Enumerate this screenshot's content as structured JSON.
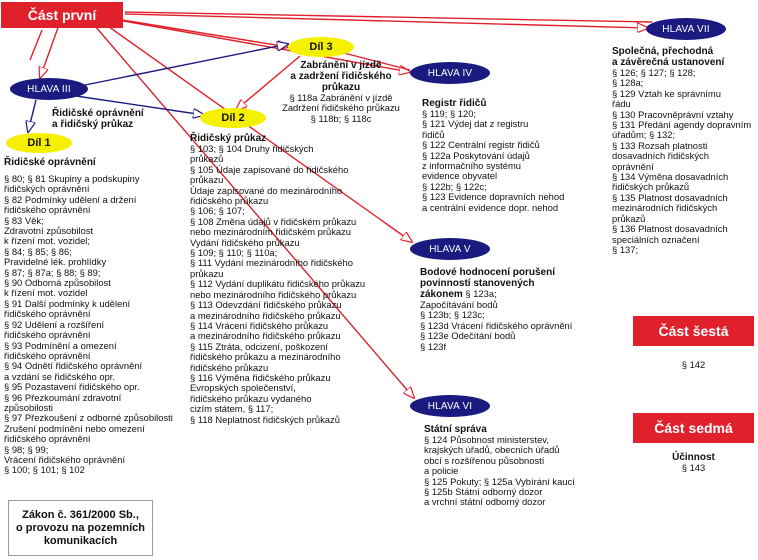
{
  "parts": {
    "cast_prvni": "Část první",
    "cast_sesta": "Část šestá",
    "cast_sedma": "Část sedmá"
  },
  "hlavy": {
    "h3": "HLAVA III",
    "h4": "HLAVA IV",
    "h5": "HLAVA V",
    "h6": "HLAVA VI",
    "h7": "HLAVA VII"
  },
  "dily": {
    "d1": "Díl 1",
    "d2": "Díl 2",
    "d3": "Díl 3"
  },
  "hlava3": {
    "title_lines": [
      "Řidičské oprávnění",
      "a řidičský průkaz"
    ]
  },
  "dil1": {
    "title": "Řidičské oprávnění",
    "lines": [
      "§ 80; § 81 Skupiny a podskupiny",
      "řidičských oprávnění",
      "§ 82 Podmínky udělení a držení",
      "řidičského oprávnění",
      "§ 83 Věk;",
      "Zdravotní způsobilost",
      "k řízení mot. vozidel;",
      "§ 84; § 85; § 86;",
      "Pravidelné lék. prohlídky",
      "§ 87; § 87a; § 88; § 89;",
      "§ 90 Odborná způsobilost",
      "k řízení mot. vozidel",
      "§ 91 Další podmínky k udělení",
      "řidičského oprávnění",
      "§ 92 Udělení a rozšíření",
      "řidičského oprávnění",
      "§ 93 Podmínění a omezení",
      "řidičského oprávnění",
      "§ 94 Odnětí řidičského oprávnění",
      "a vzdání se řidičského opr.",
      "§ 95 Pozastavení řidičského opr.",
      "§ 96 Přezkoumání zdravotní",
      "způsobilosti",
      "§ 97 Přezkoušení z odborné způsobilosti",
      "Zrušení podmínění nebo omezení",
      "řidičského oprávnění",
      "§ 98; § 99;",
      "Vrácení řidičského oprávnění",
      "§ 100; § 101; § 102"
    ]
  },
  "dil2": {
    "title": "Řidičský průkaz",
    "lines": [
      "§ 103; § 104 Druhy řidičských",
      "průkazů",
      "§ 105 Údaje zapisované do řidičského",
      "průkazu",
      "Údaje zapisované do mezinárodního",
      "řidičského průkazu",
      "§ 106; § 107;",
      "§ 108 Změna údajů v řidičském průkazu",
      "nebo mezinárodním řidičském průkazu",
      "Vydání řidičského průkazu",
      "§ 109; § 110; § 110a;",
      "§ 111 Vydání mezinárodního řidičského",
      "průkazu",
      "§ 112 Vydání duplikátu řidičského průkazu",
      "nebo mezinárodního řidičského průkazu",
      "§ 113 Odevzdání řidičského průkazu",
      "a mezinárodního řidičského průkazu",
      "§ 114 Vrácení řidičského průkazu",
      "a mezinárodního řidičského průkazu",
      "§ 115 Ztráta, odcizení, poškození",
      "řidičského průkazu a mezinárodního",
      "řidičského průkazu",
      "§ 116 Výměna řidičského průkazu",
      "Evropských společenství,",
      "řidičského průkazu vydaného",
      "cizím státem, § 117;",
      "§ 118 Neplatnost řidičských průkazů"
    ]
  },
  "dil3": {
    "title_lines": [
      "Zabránění v jízdě",
      "a zadržení řidičského",
      "průkazu"
    ],
    "lines": [
      "§ 118a Zabránění v jízdě",
      "Zadržení řidičského průkazu",
      "§ 118b; § 118c"
    ]
  },
  "hlava4": {
    "title": "Registr řidičů",
    "lines": [
      "§ 119; § 120;",
      "§ 121 Výdej dat z registru",
      "řidičů",
      "§ 122 Centrální registr řidičů",
      "§ 122a Poskytování údajů",
      "z informačního systému",
      "evidence obyvatel",
      "§ 122b; § 122c;",
      "§ 123 Evidence dopravních nehod",
      "a centrální evidence dopr. nehod"
    ]
  },
  "hlava5": {
    "title_lines": [
      "Bodové hodnocení porušení",
      "povinností stanovených"
    ],
    "zakonem_bold": "zákonem",
    "zakonem_rest": " § 123a;",
    "lines": [
      "Započítávání bodů",
      "§ 123b; § 123c;",
      "§ 123d Vrácení řidičského oprávnění",
      "§ 123e Odečítání bodů",
      "§ 123f"
    ]
  },
  "hlava6": {
    "title": "Státní správa",
    "lines": [
      "§ 124 Působnost ministerstev,",
      "krajských úřadů, obecních úřadů",
      "obcí s rozšířenou působností",
      "a policie",
      "§ 125 Pokuty; § 125a Vybírání kaucí",
      "§ 125b Státní odborný dozor",
      "a vrchní státní odborný dozor"
    ]
  },
  "hlava7": {
    "title_lines": [
      "Společná, přechodná",
      "a závěrečná ustanovení"
    ],
    "lines": [
      "§ 126; § 127; § 128;",
      "§ 128a;",
      "§ 129 Vztah ke správnímu",
      "řádu",
      "§ 130 Pracovněprávní vztahy",
      "§ 131 Předání agendy dopravním",
      "úřadům; § 132;",
      "§ 133 Rozsah platnosti",
      "dosavadních řidičských",
      "oprávnění",
      "§ 134 Výměna dosavadních",
      "řidičských průkazů",
      "§ 135 Platnost dosavadních",
      "mezinárodních řidičských",
      "průkazů",
      "§ 136 Platnost dosavadních",
      "speciálních označení",
      "§ 137;"
    ]
  },
  "cast6": {
    "text": "§ 142"
  },
  "cast7": {
    "title": "Účinnost",
    "text": "§ 143"
  },
  "law": {
    "lines": [
      "Zákon č. 361/2000 Sb.,",
      "o provozu na pozemních",
      "komunikacích"
    ]
  },
  "colors": {
    "red": "#e0202a",
    "navy": "#1a1a80",
    "yellow": "#f5f000"
  }
}
